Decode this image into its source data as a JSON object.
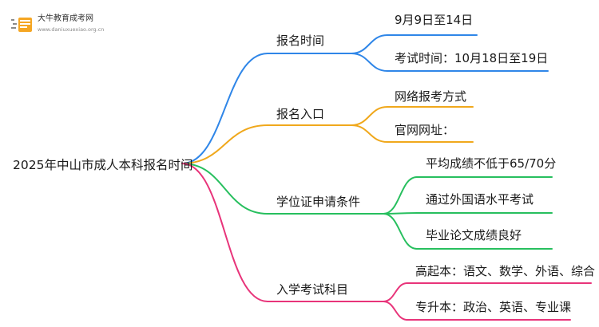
{
  "logo": {
    "title": "大牛教育成考网",
    "url": "www.daniuxuexiao.org.cn"
  },
  "root": {
    "label": "2025年中山市成人本科报名时间"
  },
  "branches": [
    {
      "id": "b1",
      "label": "报名时间",
      "color": "#2f86e8",
      "children": [
        {
          "id": "b1c1",
          "label": "9月9日至14日"
        },
        {
          "id": "b1c2",
          "label": "考试时间：10月18日至19日"
        }
      ]
    },
    {
      "id": "b2",
      "label": "报名入口",
      "color": "#f0a81c",
      "children": [
        {
          "id": "b2c1",
          "label": "网络报考方式"
        },
        {
          "id": "b2c2",
          "label": "官网网址："
        }
      ]
    },
    {
      "id": "b3",
      "label": "学位证申请条件",
      "color": "#27bf5e",
      "children": [
        {
          "id": "b3c1",
          "label": "平均成绩不低于65/70分"
        },
        {
          "id": "b3c2",
          "label": "通过外国语水平考试"
        },
        {
          "id": "b3c3",
          "label": "毕业论文成绩良好"
        }
      ]
    },
    {
      "id": "b4",
      "label": "入学考试科目",
      "color": "#e8347a",
      "children": [
        {
          "id": "b4c1",
          "label": "高起本：语文、数学、外语、综合"
        },
        {
          "id": "b4c2",
          "label": "专升本：政治、英语、专业课"
        }
      ]
    }
  ],
  "colors": {
    "logo_orange": "#f5a623",
    "logo_gray": "#8a8a8a",
    "text": "#1a1a1a"
  }
}
